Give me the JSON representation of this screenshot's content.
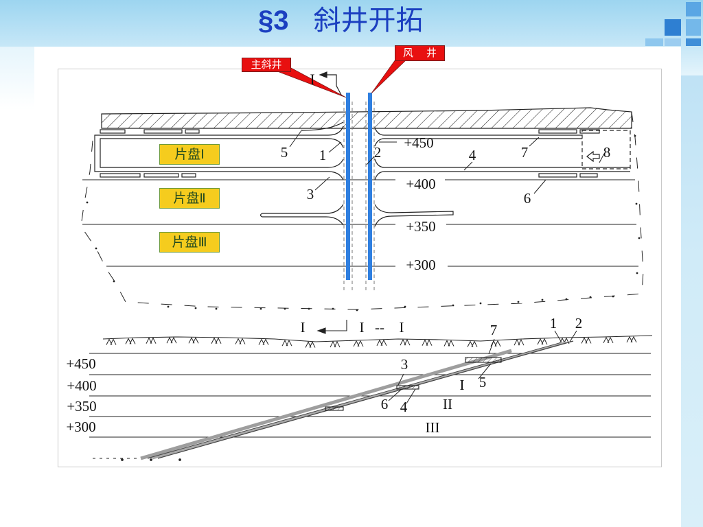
{
  "title": {
    "section": "§3",
    "text": "斜井开拓",
    "color": "#1b3fc0"
  },
  "callouts": {
    "main_incline": "主斜井",
    "air_shaft": "风    井",
    "color": "#e81010"
  },
  "plan_view": {
    "section_mark": "I",
    "numbers": [
      "5",
      "1",
      "2",
      "4",
      "7",
      "8",
      "3",
      "6"
    ],
    "levels": [
      "+450",
      "+400",
      "+350",
      "+300"
    ],
    "panels": [
      "片盘Ⅰ",
      "片盘Ⅱ",
      "片盘Ⅲ"
    ],
    "panel_color": "#f5cc1e"
  },
  "section_view": {
    "marks": [
      "I",
      "I",
      "--",
      "I"
    ],
    "levels": [
      "+450",
      "+400",
      "+350",
      "+300"
    ],
    "numbers": [
      "7",
      "1",
      "2",
      "3",
      "5",
      "6",
      "4"
    ],
    "panels": [
      "I",
      "II",
      "III"
    ]
  },
  "shaft_color": "#2f7fe0"
}
